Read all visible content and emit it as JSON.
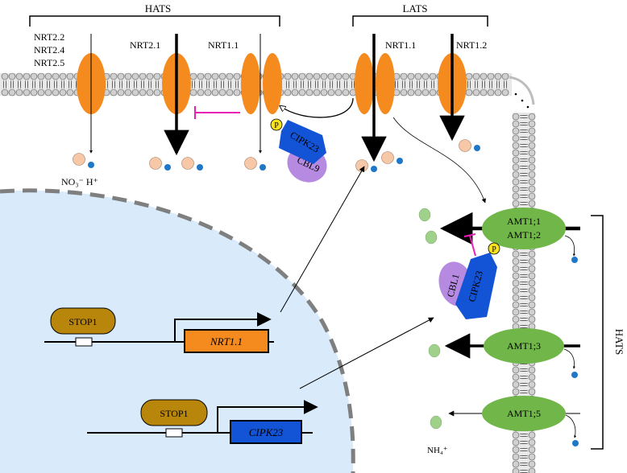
{
  "brackets": {
    "top_left": "HATS",
    "top_right": "LATS",
    "right_vertical": "HATS"
  },
  "transporters": {
    "nrt22_stack": [
      "NRT2.2",
      "NRT2.4",
      "NRT2.5"
    ],
    "nrt21": "NRT2.1",
    "nrt11_hats": "NRT1.1",
    "nrt11_lats": "NRT1.1",
    "nrt12": "NRT1.2"
  },
  "amt": {
    "amt11_12_line1": "AMT1;1",
    "amt11_12_line2": "AMT1;2",
    "amt13": "AMT1;3",
    "amt15": "AMT1;5"
  },
  "kinase_complexes": {
    "top_kinase": "CIPK23",
    "top_sensor": "CBL9",
    "right_kinase": "CIPK23",
    "right_sensor": "CBL1",
    "phospho": "P"
  },
  "ions": {
    "nitrate_label": "NO₃⁻  H⁺",
    "ammonium_label": "NH₄⁺"
  },
  "genes": {
    "regulator_1": "STOP1",
    "gene_1": "NRT1.1",
    "regulator_2": "STOP1",
    "gene_2": "CIPK23"
  },
  "colors": {
    "transporter": "#f58a1f",
    "amt": "#70b649",
    "kinase": "#1353d6",
    "cbl": "#b58ae0",
    "stop1": "#b8860b",
    "nucleus": "#d9ebfb",
    "inhibition": "#e91eb4",
    "phospho": "#f7e21b",
    "nitrate_ion": "#f7c8a8",
    "proton": "#1f77c8",
    "ammonium": "#9fd18a"
  }
}
